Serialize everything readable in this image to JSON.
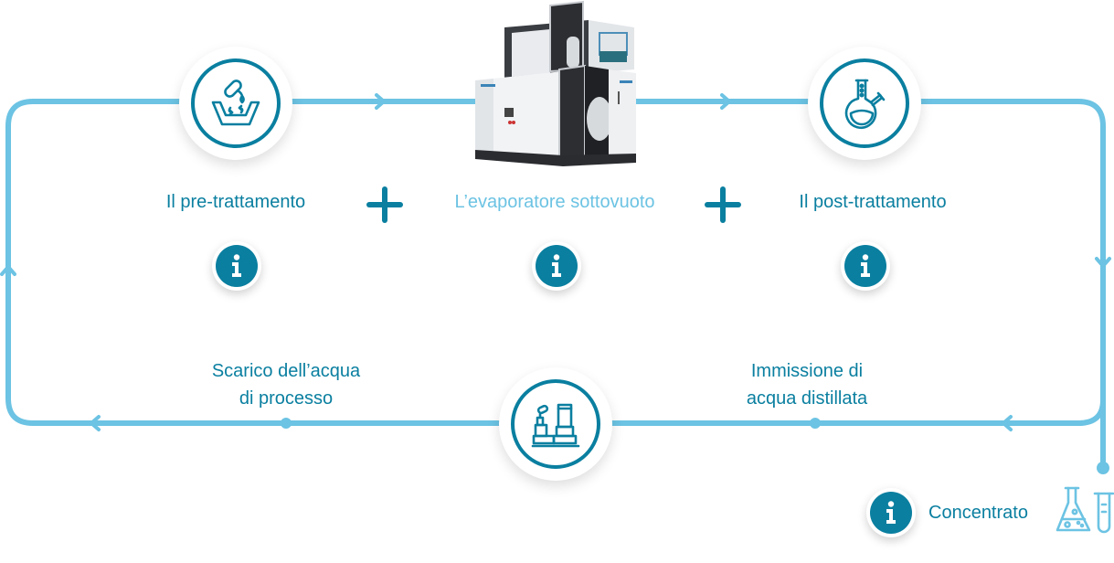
{
  "colors": {
    "primary": "#0a7fa0",
    "flow_line": "#6cc3e3",
    "background": "#ffffff"
  },
  "steps": {
    "pretreatment": {
      "label": "Il pre-trattamento",
      "icon": "basin-chemical-icon"
    },
    "evaporator": {
      "label": "L’evaporatore sottovuoto",
      "icon": "vacuum-evaporator-machine-image"
    },
    "posttreatment": {
      "label": "Il post-trattamento",
      "icon": "round-flask-icon"
    },
    "plant": {
      "icon": "factory-icon"
    }
  },
  "connectors": {
    "plus_1": "+",
    "plus_2": "+"
  },
  "flows": {
    "discharge_line1": "Scarico dell’acqua",
    "discharge_line2": "di processo",
    "distilled_line1": "Immissione di",
    "distilled_line2": "acqua distillata"
  },
  "output": {
    "label": "Concentrato",
    "icon": "flask-tube-icon"
  },
  "info_buttons": [
    "pretreatment",
    "evaporator",
    "posttreatment",
    "concentrate"
  ]
}
